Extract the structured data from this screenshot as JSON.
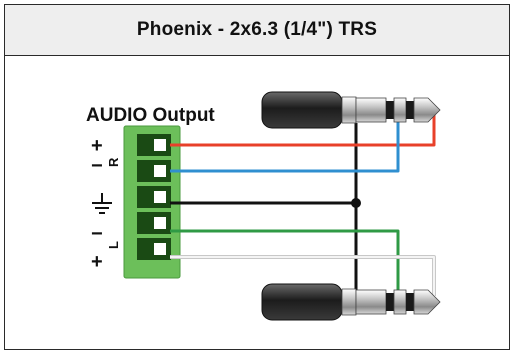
{
  "title": "Phoenix - 2x6.3 (1/4\") TRS",
  "connector": {
    "label": "AUDIO Output",
    "pin_labels": {
      "right_channel": "R",
      "left_channel": "L",
      "plus": "+",
      "minus": "−"
    }
  },
  "colors": {
    "connector_green": "#6cbf5a",
    "terminal_dark": "#1a4a14",
    "wire_red": "#e8402a",
    "wire_blue": "#2f8fd0",
    "wire_black": "#111111",
    "wire_green": "#2f9a45",
    "wire_white": "#d8d8d8"
  }
}
